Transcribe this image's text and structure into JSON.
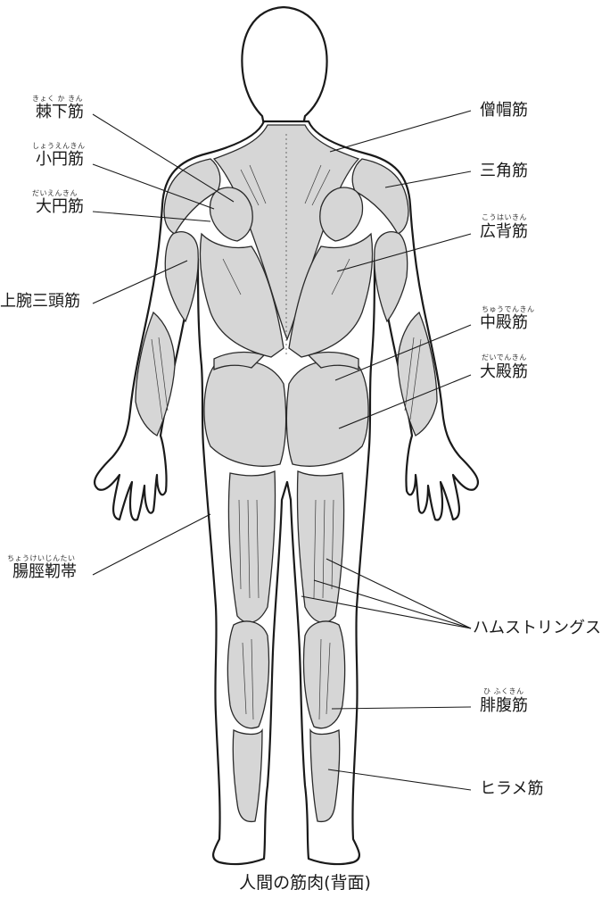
{
  "caption": "人間の筋肉(背面)",
  "labels": {
    "infraspinatus": {
      "text": "棘下筋",
      "ruby": "きょく か  きん"
    },
    "teres_minor": {
      "text": "小円筋",
      "ruby": "しょうえんきん"
    },
    "teres_major": {
      "text": "大円筋",
      "ruby": "だいえんきん"
    },
    "triceps": {
      "text": "上腕三頭筋"
    },
    "iliotibial": {
      "text": "腸脛靭帯",
      "ruby": "ちょうけいじんたい"
    },
    "trapezius": {
      "text": "僧帽筋"
    },
    "deltoid": {
      "text": "三角筋"
    },
    "latissimus": {
      "text": "広背筋",
      "ruby": "こうはいきん"
    },
    "gluteus_medius": {
      "text": "中殿筋",
      "ruby": "ちゅうでんきん"
    },
    "gluteus_maximus": {
      "text": "大殿筋",
      "ruby": "だいでんきん"
    },
    "hamstrings": {
      "text": "ハムストリングス"
    },
    "gastrocnemius": {
      "text": "腓腹筋",
      "ruby": "ひ  ふくきん"
    },
    "soleus": {
      "text": "ヒラメ筋"
    }
  }
}
